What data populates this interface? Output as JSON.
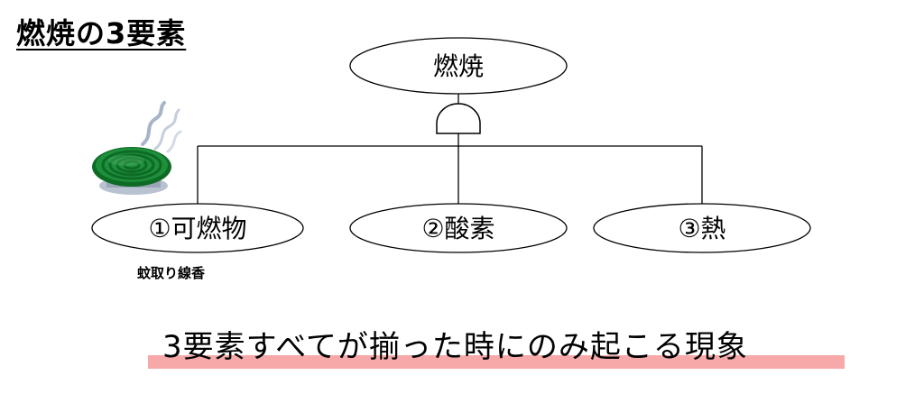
{
  "title": "燃焼の3要素",
  "root": {
    "label": "燃焼"
  },
  "gate": {
    "type": "AND"
  },
  "children": [
    {
      "label": "①可燃物"
    },
    {
      "label": "②酸素"
    },
    {
      "label": "③熱"
    }
  ],
  "example": {
    "label": "蚊取り線香",
    "icon": "mosquito-coil-icon"
  },
  "summary": {
    "text": "3要素すべてが揃った時にのみ起こる現象",
    "highlight_color": "#f7a9a9"
  },
  "colors": {
    "line": "#000000",
    "coil": "#1e8f3a",
    "coil_dark": "#0d6b26",
    "smoke": "#a7b4c8"
  }
}
